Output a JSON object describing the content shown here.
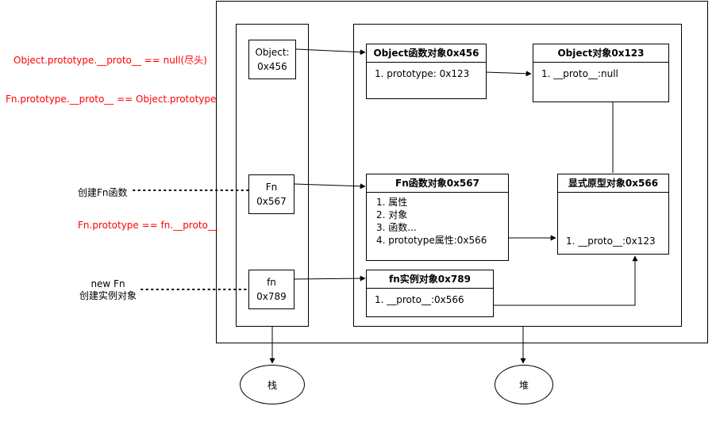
{
  "notes": {
    "object_proto_null": "Object.prototype.__proto__ == null(尽头)",
    "fn_proto_object": "Fn.prototype.__proto__ == Object.prototype",
    "create_fn": "创建Fn函数",
    "fn_prototype_eq": "Fn.prototype == fn.__proto__",
    "new_fn_line1": "new Fn",
    "new_fn_line2": "创建实例对象"
  },
  "stack": {
    "object_name": "Object:",
    "object_addr": "0x456",
    "fn_name": "Fn",
    "fn_addr": "0x567",
    "inst_name": "fn",
    "inst_addr": "0x789"
  },
  "heap": {
    "object_func": {
      "title": "Object函数对象0x456",
      "line1": "1. prototype: 0x123"
    },
    "object_obj": {
      "title": "Object对象0x123",
      "line1": "1. __proto__:null"
    },
    "fn_func": {
      "title": "Fn函数对象0x567",
      "line1": "1. 属性",
      "line2": "2. 对象",
      "line3": "3. 函数...",
      "line4": "4. prototype属性:0x566"
    },
    "proto_obj": {
      "title": "显式原型对象0x566",
      "line1": "1. __proto__:0x123"
    },
    "fn_inst": {
      "title": "fn实例对象0x789",
      "line1": "1. __proto__:0x566"
    }
  },
  "labels": {
    "stack": "栈",
    "heap": "堆"
  },
  "colors": {
    "note_red": "#ff0000",
    "line": "#000000"
  }
}
